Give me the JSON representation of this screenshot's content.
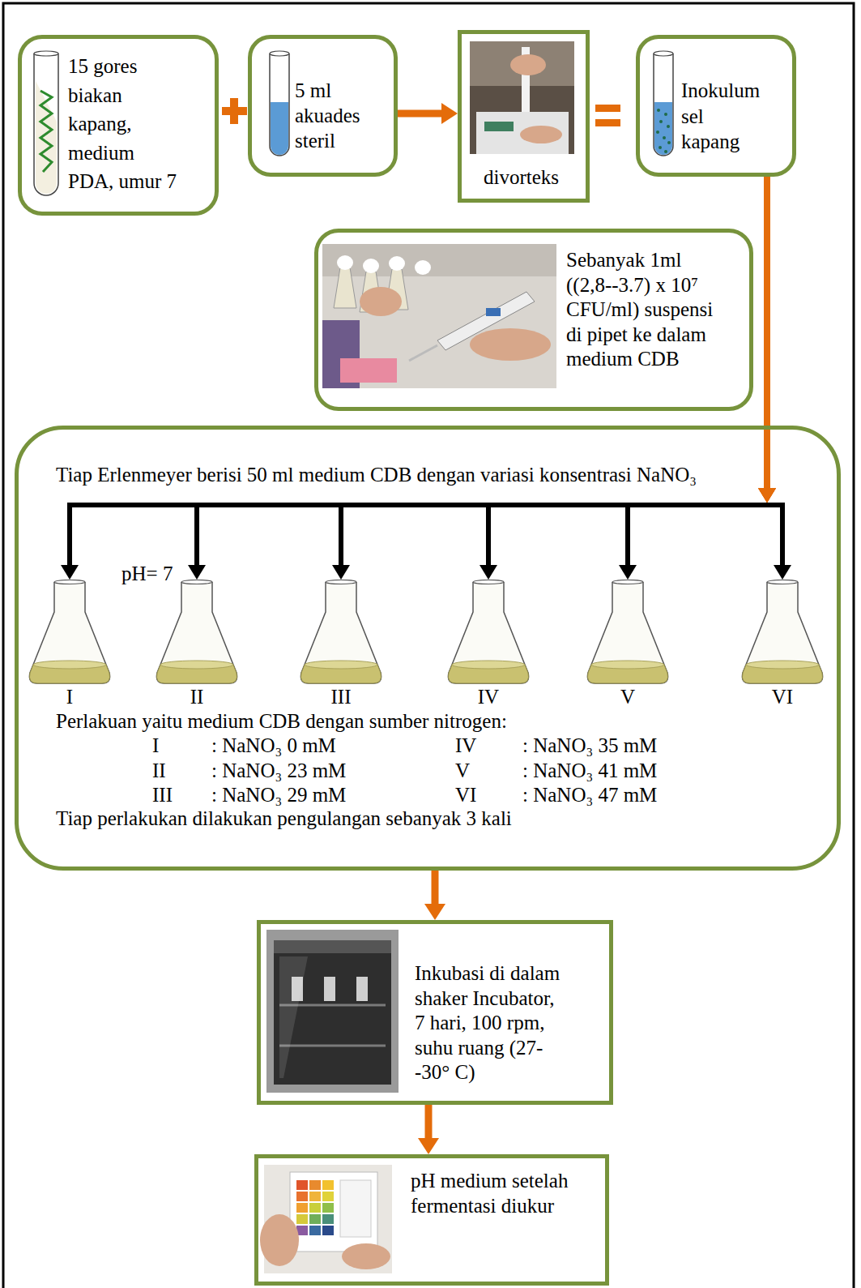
{
  "diagram": {
    "nodes": [
      {
        "text": [
          "15 gores biakan kapang, medium PDA, umur 7"
        ]
      },
      {
        "text": [
          "5 ml akuades steril"
        ]
      },
      {
        "text": [
          "divorteks"
        ]
      },
      {
        "text": [
          "Inokulum sel kapang"
        ]
      },
      {
        "text": [
          "Sebanyak 1ml ((2,8--3.7) x 10⁷ CFU/ml) suspensi di pipet ke dalam medium CDB"
        ]
      },
      {
        "text": [
          "Tiap Erlenmeyer berisi 50 ml medium CDB dengan variasi konsentrasi NaNO₃",
          "Perlakuan yaitu medium CDB dengan sumber nitrogen:",
          "Tiap perlakukan dilakukan pengulangan sebanyak 3 kali"
        ]
      },
      {
        "text": [
          "I"
        ],
        "in": 5
      },
      {
        "text": [
          "II"
        ],
        "in": 5
      },
      {
        "text": [
          "III"
        ],
        "in": 5
      },
      {
        "text": [
          "IV"
        ],
        "in": 5
      },
      {
        "text": [
          "V"
        ],
        "in": 5
      },
      {
        "text": [
          "VI"
        ],
        "in": 5
      },
      {
        "text": [
          "Inkubasi di dalam shaker Incubator, 7 hari, 100 rpm, suhu ruang (27--30° C)"
        ]
      },
      {
        "text": [
          "pH medium setelah fermentasi diukur"
        ]
      }
    ],
    "edges": [
      {
        "from": 1,
        "to": 2,
        "arrow": "to"
      },
      {
        "from": 3,
        "to": 6,
        "arrow": "to"
      },
      {
        "from": 3,
        "to": 7,
        "arrow": "to"
      },
      {
        "from": 3,
        "to": 8,
        "arrow": "to"
      },
      {
        "from": 3,
        "to": 9,
        "arrow": "to"
      },
      {
        "from": 3,
        "to": 10,
        "arrow": "to"
      },
      {
        "from": 3,
        "to": 11,
        "arrow": "to"
      },
      {
        "from": 5,
        "to": 12,
        "arrow": "to"
      },
      {
        "from": 12,
        "to": 13,
        "arrow": "to"
      }
    ],
    "labels": [
      "pH= 7",
      "I",
      ": NaNO₃ 0 mM",
      "IV",
      ": NaNO₃ 35 mM",
      "II",
      ": NaNO₃ 23 mM",
      "V",
      ": NaNO₃ 41 mM",
      "III",
      ": NaNO₃ 29 mM",
      "VI",
      ": NaNO₃ 47 mM"
    ]
  }
}
